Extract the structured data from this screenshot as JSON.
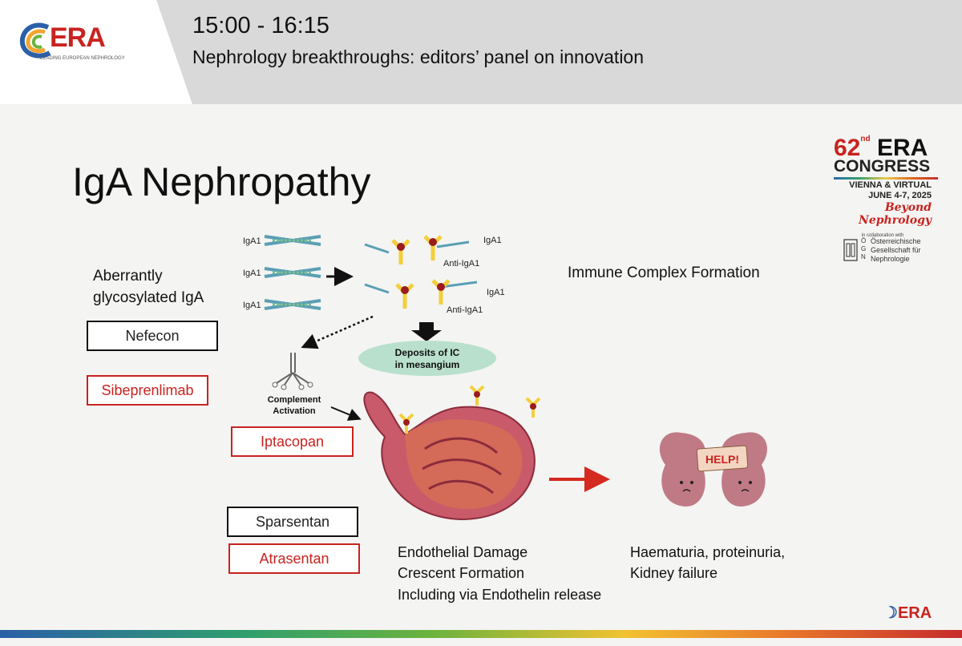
{
  "header": {
    "logo_text": "ERA",
    "logo_subtext": "LEADING EUROPEAN NEPHROLOGY",
    "time": "15:00 - 16:15",
    "session_title": "Nephrology breakthroughs: editors’ panel on innovation"
  },
  "slide": {
    "title": "IgA Nephropathy",
    "congress": {
      "number": "62",
      "number_suffix": "nd",
      "era": "ERA",
      "congress_word": "CONGRESS",
      "location": "VIENNA & VIRTUAL",
      "dates": "JUNE 4-7, 2025",
      "tagline": "Beyond Nephrology",
      "collab": "in collaboration with",
      "partner_letters": "Ö G N",
      "partner_name": "Österreichische Gesellschaft für Nephrologie"
    },
    "labels": {
      "aberrant_line1": "Aberrantly",
      "aberrant_line2": "glycosylated IgA",
      "immune_complex": "Immune Complex Formation",
      "endothelial_damage": "Endothelial Damage",
      "crescent": "Crescent Formation",
      "endothelin": "Including via Endothelin release",
      "haematuria": "Haematuria, proteinuria,",
      "kidney_failure": "Kidney failure"
    },
    "drugs": {
      "nefecon": "Nefecon",
      "sibeprenlimab": "Sibeprenlimab",
      "iptacopan": "Iptacopan",
      "sparsentan": "Sparsentan",
      "atrasentan": "Atrasentan"
    },
    "diagram": {
      "iga1_label": "IgA1",
      "anti_iga1": "Anti-IgA1",
      "deposits_line1": "Deposits of IC",
      "deposits_line2": "in mesangium",
      "complement_line1": "Complement",
      "complement_line2": "Activation",
      "help": "HELP!"
    },
    "footer_logo": "ERA"
  },
  "colors": {
    "accent_red": "#c9231f",
    "ellipse_green": "#b9e0cc",
    "header_gray": "#d9d9d9"
  }
}
